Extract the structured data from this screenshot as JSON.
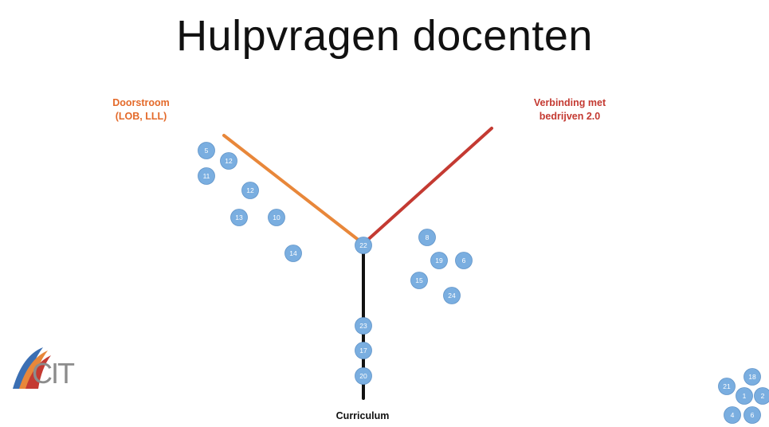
{
  "title": "Hulpvragen docenten",
  "axes": {
    "doorstroom": {
      "line1": "Doorstroom",
      "line2": "(LOB, LLL)",
      "color": "#e8873a"
    },
    "verbinding": {
      "line1": "Verbinding met",
      "line2": "bedrijven 2.0",
      "color": "#c43a32"
    },
    "curriculum": {
      "line1": "Curriculum",
      "color": "#111111"
    }
  },
  "logo": {
    "text": "CIT"
  },
  "node_color": "#7aaee0",
  "nodes": [
    {
      "id": "n-left-1",
      "label": "5"
    },
    {
      "id": "n-left-2",
      "label": "12"
    },
    {
      "id": "n-left-3",
      "label": "11"
    },
    {
      "id": "n-left-4",
      "label": "12"
    },
    {
      "id": "n-left-5",
      "label": "13"
    },
    {
      "id": "n-left-6",
      "label": "10"
    },
    {
      "id": "n-left-7",
      "label": "14"
    },
    {
      "id": "n-center",
      "label": "22"
    },
    {
      "id": "n-right-1",
      "label": "8"
    },
    {
      "id": "n-right-2",
      "label": "19"
    },
    {
      "id": "n-right-3",
      "label": "6"
    },
    {
      "id": "n-right-4",
      "label": "15"
    },
    {
      "id": "n-right-5",
      "label": "24"
    },
    {
      "id": "n-bottom-1",
      "label": "23"
    },
    {
      "id": "n-bottom-2",
      "label": "17"
    },
    {
      "id": "n-bottom-3",
      "label": "20"
    },
    {
      "id": "n-corner-1",
      "label": "18"
    },
    {
      "id": "n-corner-2",
      "label": "21"
    },
    {
      "id": "n-corner-3",
      "label": "1"
    },
    {
      "id": "n-corner-4",
      "label": "2"
    },
    {
      "id": "n-corner-5",
      "label": "4"
    },
    {
      "id": "n-corner-6",
      "label": "6"
    }
  ]
}
